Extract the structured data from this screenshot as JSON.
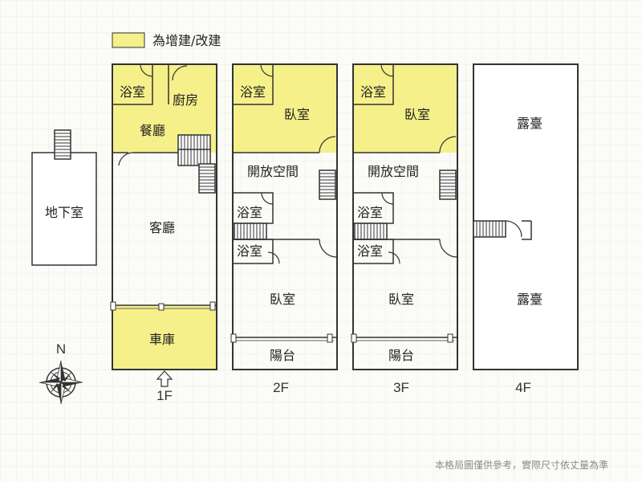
{
  "legend": {
    "label": "為增建/改建",
    "color": "#f5f08a"
  },
  "compass": {
    "label": "N"
  },
  "floors": {
    "b1": {
      "rooms": {
        "basement": "地下室"
      }
    },
    "f1": {
      "label": "1F",
      "rooms": {
        "bath": "浴室",
        "kitchen": "廚房",
        "dining": "餐廳",
        "living": "客廳",
        "garage": "車庫"
      }
    },
    "f2": {
      "label": "2F",
      "rooms": {
        "bath_top": "浴室",
        "bedroom_top": "臥室",
        "open_space": "開放空間",
        "bath_mid1": "浴室",
        "bath_mid2": "浴室",
        "bedroom_bottom": "臥室",
        "balcony": "陽台"
      }
    },
    "f3": {
      "label": "3F",
      "rooms": {
        "bath_top": "浴室",
        "bedroom_top": "臥室",
        "open_space": "開放空間",
        "bath_mid1": "浴室",
        "bath_mid2": "浴室",
        "bedroom_bottom": "臥室",
        "balcony": "陽台"
      }
    },
    "f4": {
      "label": "4F",
      "rooms": {
        "terrace_top": "露臺",
        "terrace_bottom": "露臺"
      }
    }
  },
  "footer_note": "本格局圖僅供參考，實際尺寸依丈量為準",
  "colors": {
    "wall": "#333333",
    "addition": "#f5f08a"
  }
}
